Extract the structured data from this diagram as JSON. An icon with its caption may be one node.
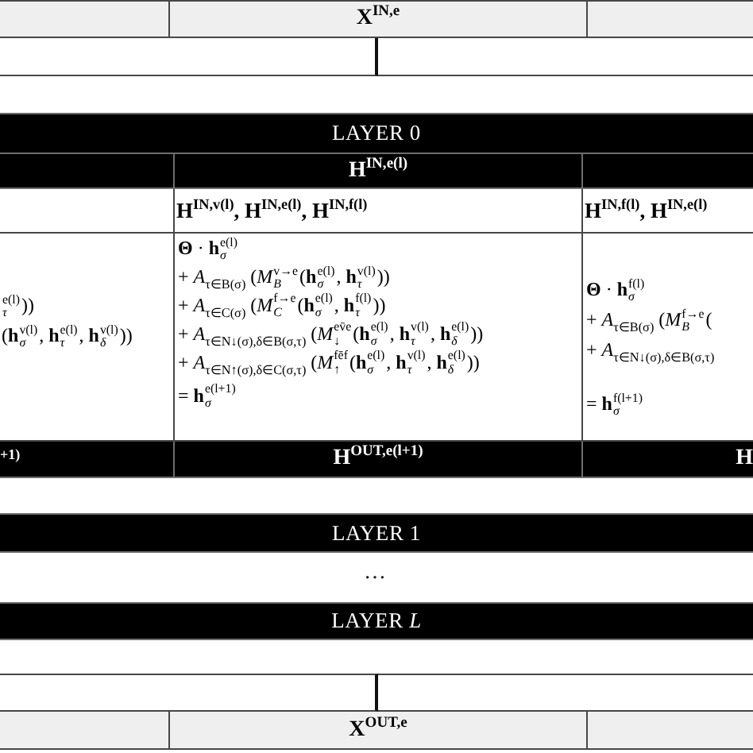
{
  "diagram": {
    "nodes": [
      {
        "text": [],
        "shape": "box"
      },
      {
        "text": [
          "X$^{IN,e}$"
        ]
      },
      {
        "text": [],
        "shape": "box"
      },
      {
        "text": [],
        "shape": "box"
      },
      {
        "text": [],
        "shape": "box"
      },
      {
        "text": [
          "LAYER 0"
        ]
      },
      {
        "text": [],
        "shape": "box"
      },
      {
        "text": [
          "H$^{IN,e(l)}$"
        ]
      },
      {
        "text": [],
        "shape": "box"
      },
      {
        "text": [],
        "shape": "box"
      },
      {
        "text": [
          "H$^{IN,v(l)}$, H$^{IN,e(l)}$, H$^{IN,f(l)}$"
        ]
      },
      {
        "text": [
          "H$^{IN,f(l)}$, H$^{IN,e(l)}$"
        ]
      },
      {
        "text": [
          "$^{e(l)}$$_{τ}$))",
          "(**h**$^{v(l)}$$_{σ}$, **h**$^{e(l)}$$_{τ}$, **h**$^{v(l)}$$_{δ}$))"
        ]
      },
      {
        "text": [
          "**Θ** · **h**$^{e(l)}$$_{σ}$",
          "+ *A*$_{τ∈B(σ)}$ (*M*$^{v→e}$$_{B}$(**h**$^{e(l)}$$_{σ}$, **h**$^{v(l)}$$_{τ}$))",
          "+ *A*$_{τ∈C(σ)}$ (*M*$^{f→e}$$_{C}$(**h**$^{e(l)}$$_{σ}$, **h**$^{f(l)}$$_{τ}$))",
          "+ *A*$_{τ∈N↓(σ),δ∈B(σ,τ)}$ (*M*$^{ev̄e}$$_{↓}$(**h**$^{e(l)}$$_{σ}$, **h**$^{v(l)}$$_{τ}$, **h**$^{e(l)}$$_{δ}$))",
          "+ *A*$_{τ∈N↑(σ),δ∈C(σ,τ)}$ (*M*$^{fēf}$$_{↑}$(**h**$^{e(l)}$$_{σ}$, **h**$^{v(l)}$$_{τ}$, **h**$^{e(l)}$$_{δ}$))",
          "= **h**$^{e(l+1)}$$_{σ}$"
        ]
      },
      {
        "text": [
          "**Θ** · **h**$^{f(l)}$$_{σ}$",
          "+ *A*$_{τ∈B(σ)}$ (*M*$^{f→e}$$_{B}$(",
          "+ *A*$_{τ∈N↓(σ),δ∈B(σ,τ)}$",
          "= **h**$^{f(l+1)}$$_{σ}$"
        ]
      },
      {
        "text": [
          "+1)"
        ]
      },
      {
        "text": [
          "H$^{OUT,e(l+1)}$"
        ]
      },
      {
        "text": [
          "H"
        ]
      },
      {
        "text": [
          "LAYER 1"
        ]
      },
      {
        "text": [
          "LAYER *L*"
        ]
      },
      {
        "text": [],
        "shape": "box"
      },
      {
        "text": [],
        "shape": "box"
      },
      {
        "text": [],
        "shape": "box"
      },
      {
        "text": [
          "X$^{OUT,e}$"
        ]
      },
      {
        "text": [],
        "shape": "box"
      }
    ],
    "labels": [
      "…"
    ]
  }
}
